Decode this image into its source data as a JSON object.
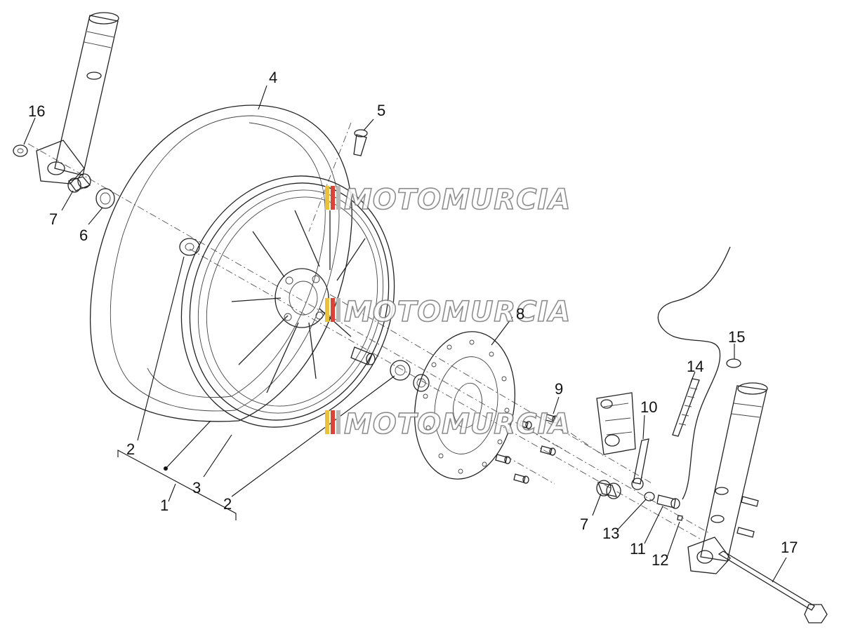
{
  "callouts": {
    "c1": "1",
    "c2a": "2",
    "c2b": "2",
    "c3": "3",
    "c4": "4",
    "c5": "5",
    "c6": "6",
    "c7a": "7",
    "c7b": "7",
    "c8": "8",
    "c9": "9",
    "c10": "10",
    "c11": "11",
    "c12": "12",
    "c13": "13",
    "c14": "14",
    "c15": "15",
    "c16": "16",
    "c17": "17"
  },
  "watermark": {
    "w1": "MOTOMURCIA",
    "w2": "MOTOMURCIA",
    "w3": "MOTOMURCIA"
  },
  "colors": {
    "line": "#222222",
    "watermark_red": "#d8443a",
    "watermark_yellow": "#e9c23a",
    "watermark_grey": "#b9b9b9"
  }
}
